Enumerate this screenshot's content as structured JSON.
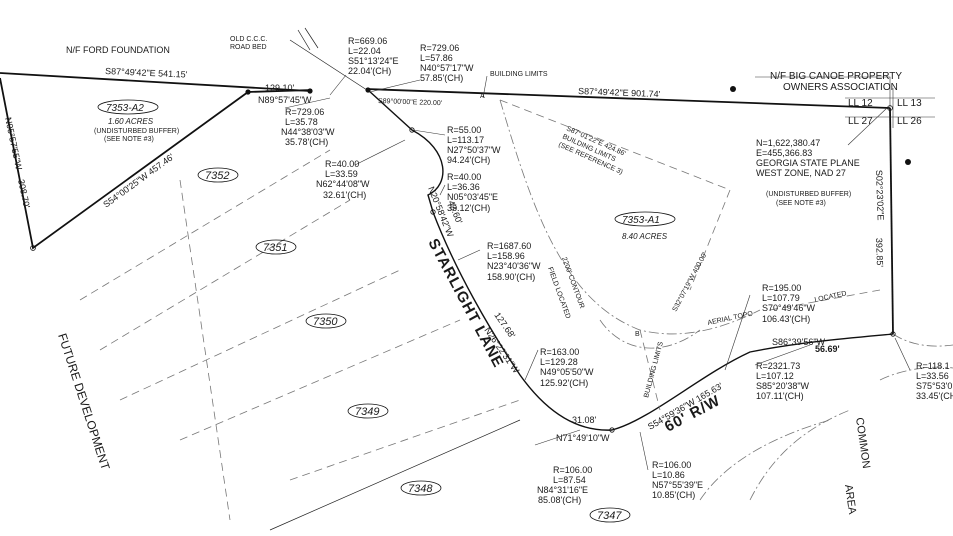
{
  "title": "",
  "neighbors": {
    "ford": "N/F FORD FOUNDATION",
    "big_canoe_1": "N/F BIG CANOE PROPERTY",
    "big_canoe_2": "OWNERS ASSOCIATION",
    "old_road_1": "OLD C.C.C.",
    "old_road_2": "ROAD BED"
  },
  "areas": {
    "future_development": "FUTURE DEVELOPMENT",
    "common_area_1": "COMMON",
    "common_area_2": "AREA"
  },
  "road": {
    "name": "STARLIGHT LANE",
    "row": "60' R/W"
  },
  "lots": {
    "a2": {
      "id": "7353-A2",
      "acres": "1.60 ACRES",
      "note1": "(UNDISTURBED BUFFER)",
      "note2": "(SEE NOTE #3)"
    },
    "a1": {
      "id": "7353-A1",
      "acres": "8.40 ACRES"
    },
    "l7352": "7352",
    "l7351": "7351",
    "l7350": "7350",
    "l7349": "7349",
    "l7348": "7348",
    "l7347": "7347"
  },
  "land_lots": {
    "ll12": "LL 12",
    "ll13": "LL 13",
    "ll27": "LL 27",
    "ll26": "LL 26"
  },
  "coords": {
    "n": "N=1,622,380.47",
    "e": "E=455,366.83",
    "sys1": "GEORGIA STATE PLANE",
    "sys2": "WEST ZONE, NAD 27"
  },
  "buffer": {
    "line1": "(UNDISTURBED BUFFER)",
    "line2": "(SEE NOTE #3)"
  },
  "line_labels": {
    "building_limits": "BUILDING LIMITS",
    "building_limits2": "BUILDING LIMITS",
    "field_located": "FIELD LOCATED",
    "located": "LOCATED",
    "aerial_topo": "AERIAL TOPO",
    "contour": "2200' CONTOUR",
    "a": "A",
    "b": "B"
  },
  "bearings": {
    "top_left": "S87°49'42\"E  541.15'",
    "top_mid": "S87°49'42\"E  901.74'",
    "short_top": "129.10'",
    "n89": "N89°57'45\"W",
    "s89": "S89°00'00\"E  220.00'",
    "s54": "S54°00'25\"W  457.46'",
    "n5": "N05°57'55\"W",
    "n5d": "308.70'",
    "n20": "N20°58'42\"W",
    "n20d": "43.60'",
    "n26": "N26°22'31\"W",
    "n26d": "127.68'",
    "s54b": "S54°59'36\"W  165.63'",
    "s86": "S86°39'56\"W",
    "s86d": "56.69'",
    "s02": "S02°23'02\"E",
    "s02d": "392.85'",
    "d31": "31.08'",
    "bl_ref1": "S87°01'22\"E  424.86'",
    "bl_ref2": "BUILDING LIMITS",
    "bl_ref3": "(SEE REFERENCE 3)",
    "s32": "S32°07'19\"W  400.00'"
  },
  "curves": {
    "c1": [
      "R=669.06",
      "L=22.04",
      "S51°13'24\"E",
      "22.04'(CH)"
    ],
    "c2": [
      "R=729.06",
      "L=57.86",
      "N40°57'17\"W",
      "57.85'(CH)"
    ],
    "c3": [
      "R=729.06",
      "L=35.78",
      "N44°38'03\"W",
      "35.78'(CH)"
    ],
    "c4": [
      "R=55.00",
      "L=113.17",
      "N27°50'37\"W",
      "94.24'(CH)"
    ],
    "c5": [
      "R=40.00",
      "L=33.59",
      "N62°44'08\"W",
      "32.61'(CH)"
    ],
    "c6": [
      "R=40.00",
      "L=36.36",
      "N05°03'45\"E",
      "35.12'(CH)"
    ],
    "c7": [
      "R=1687.60",
      "L=158.96",
      "N23°40'36\"W",
      "158.90'(CH)"
    ],
    "c8": [
      "R=195.00",
      "L=107.79",
      "S70°49'46\"W",
      "106.43'(CH)"
    ],
    "c9": [
      "R=163.00",
      "L=129.28",
      "N49°05'50\"W",
      "125.92'(CH)"
    ],
    "c10": [
      "R=2321.73",
      "L=107.12",
      "S85°20'38\"W",
      "107.11'(CH)"
    ],
    "c11": [
      "R=118.1",
      "L=33.56",
      "S75°53'0",
      "33.45'(CH)"
    ],
    "c12": [
      "R=106.00",
      "L=87.54",
      "N84°31'16\"E",
      "85.08'(CH)"
    ],
    "c13": [
      "R=106.00",
      "L=10.86",
      "N57°55'39\"E",
      "10.85'(CH)"
    ],
    "n71": "N71°49'10\"W"
  }
}
